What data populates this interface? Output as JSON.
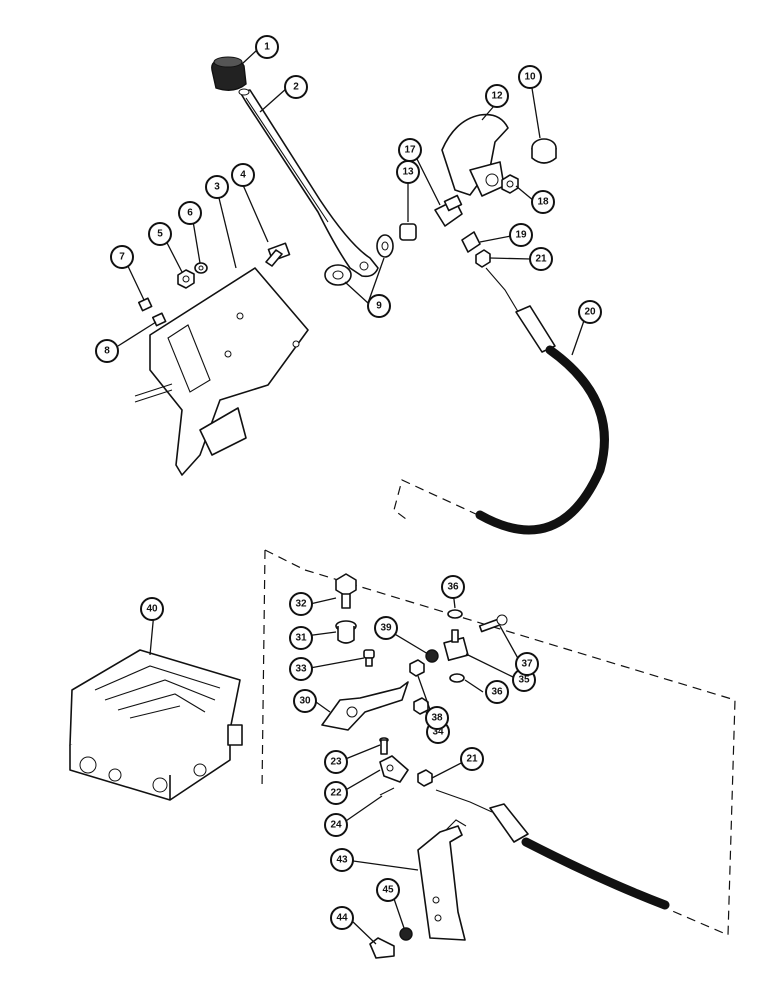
{
  "callouts": [
    "1",
    "2",
    "3",
    "4",
    "5",
    "6",
    "7",
    "8",
    "9",
    "10",
    "12",
    "13",
    "17",
    "18",
    "19",
    "20",
    "21",
    "22",
    "23",
    "24",
    "30",
    "31",
    "32",
    "33",
    "34",
    "35",
    "36",
    "37",
    "38",
    "39",
    "40",
    "43",
    "44",
    "45"
  ]
}
